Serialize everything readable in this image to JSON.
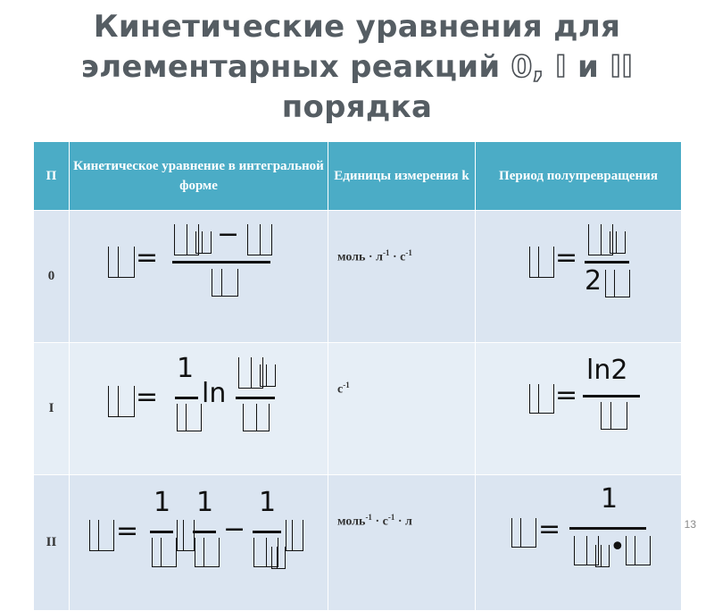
{
  "title": {
    "line1": "Кинетические уравнения для",
    "line2_prefix": "элементарных реакций ",
    "order0": "0,",
    "orderI": "I",
    "conj": " и ",
    "orderII": "II",
    "line3": "порядка"
  },
  "table": {
    "headers": [
      "П",
      "Кинетическое уравнение в интегральной форме",
      "Единицы измерения k",
      "Период полупревращения"
    ],
    "rows": [
      {
        "order": "0",
        "units": "моль · л-1 · с-1"
      },
      {
        "order": "I",
        "units": "с-1"
      },
      {
        "order": "II",
        "units": "моль-1 · с-1 · л"
      }
    ]
  },
  "formulas": {
    "minus": "−",
    "equals": "=",
    "one": "1",
    "ln": "ln",
    "ln2": "ln2",
    "two": "2",
    "dot": "•"
  },
  "footer": {
    "page_number": "13"
  }
}
